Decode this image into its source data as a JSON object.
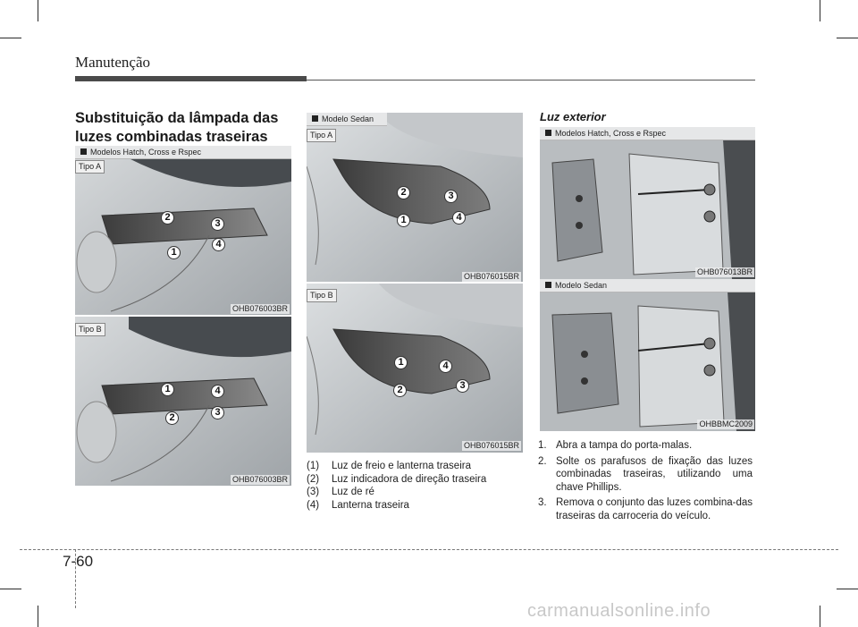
{
  "header": {
    "title": "Manutenção"
  },
  "section": {
    "title": "Substituição da lâmpada das luzes combinadas traseiras"
  },
  "left_panel": {
    "caption": "Modelos Hatch, Cross e Rspec",
    "type_a": "Tipo A",
    "type_b": "Tipo B",
    "code_a": "OHB076003BR",
    "code_b": "OHB076003BR",
    "marks_a": [
      "2",
      "3",
      "1",
      "4"
    ],
    "marks_b": [
      "1",
      "4",
      "2",
      "3"
    ]
  },
  "middle_panel": {
    "caption": "Modelo Sedan",
    "type_a": "Tipo A",
    "type_b": "Tipo B",
    "code_a": "OHB076015BR",
    "code_b": "OHB076015BR",
    "marks_a": [
      "2",
      "3",
      "1",
      "4"
    ],
    "marks_b": [
      "1",
      "4",
      "2",
      "3"
    ]
  },
  "legend": [
    {
      "key": "(1)",
      "text": "Luz de freio e lanterna traseira"
    },
    {
      "key": "(2)",
      "text": "Luz indicadora de direção traseira"
    },
    {
      "key": "(3)",
      "text": "Luz de ré"
    },
    {
      "key": "(4)",
      "text": "Lanterna traseira"
    }
  ],
  "exterior": {
    "title": "Luz exterior",
    "caption_hatch": "Modelos Hatch, Cross e Rspec",
    "code_hatch": "OHB076013BR",
    "caption_sedan": "Modelo Sedan",
    "code_sedan": "OHBBMC2009"
  },
  "steps": [
    {
      "key": "1.",
      "text": "Abra a tampa do porta-malas."
    },
    {
      "key": "2.",
      "text": "Solte os parafusos de fixação das luzes combinadas traseiras, utilizando uma chave Phillips."
    },
    {
      "key": "3.",
      "text": "Remova o conjunto das luzes combina-das traseiras da carroceria do veículo."
    }
  ],
  "footer": {
    "page_number": "7-60"
  },
  "watermark": "carmanualsonline.info"
}
